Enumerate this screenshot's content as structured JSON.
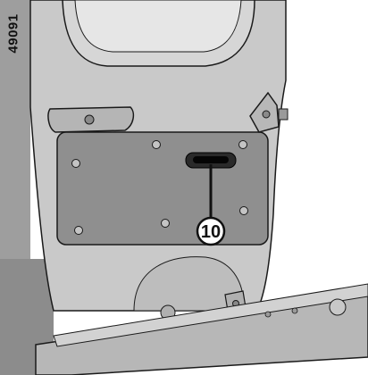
{
  "figure": {
    "reference_code": "49091",
    "callout": {
      "label": "10",
      "target": "door handle"
    }
  },
  "colors": {
    "door": "#c9c9c9",
    "door_shadow": "#a9a9a9",
    "panel": "#8f8f8f",
    "outline": "#1a1a1a",
    "handle": "#111111",
    "background_left": "#9a9a9a"
  },
  "icons": {
    "handle": "door-handle-icon",
    "hinge": "hinge-icon",
    "latch": "latch-icon"
  }
}
